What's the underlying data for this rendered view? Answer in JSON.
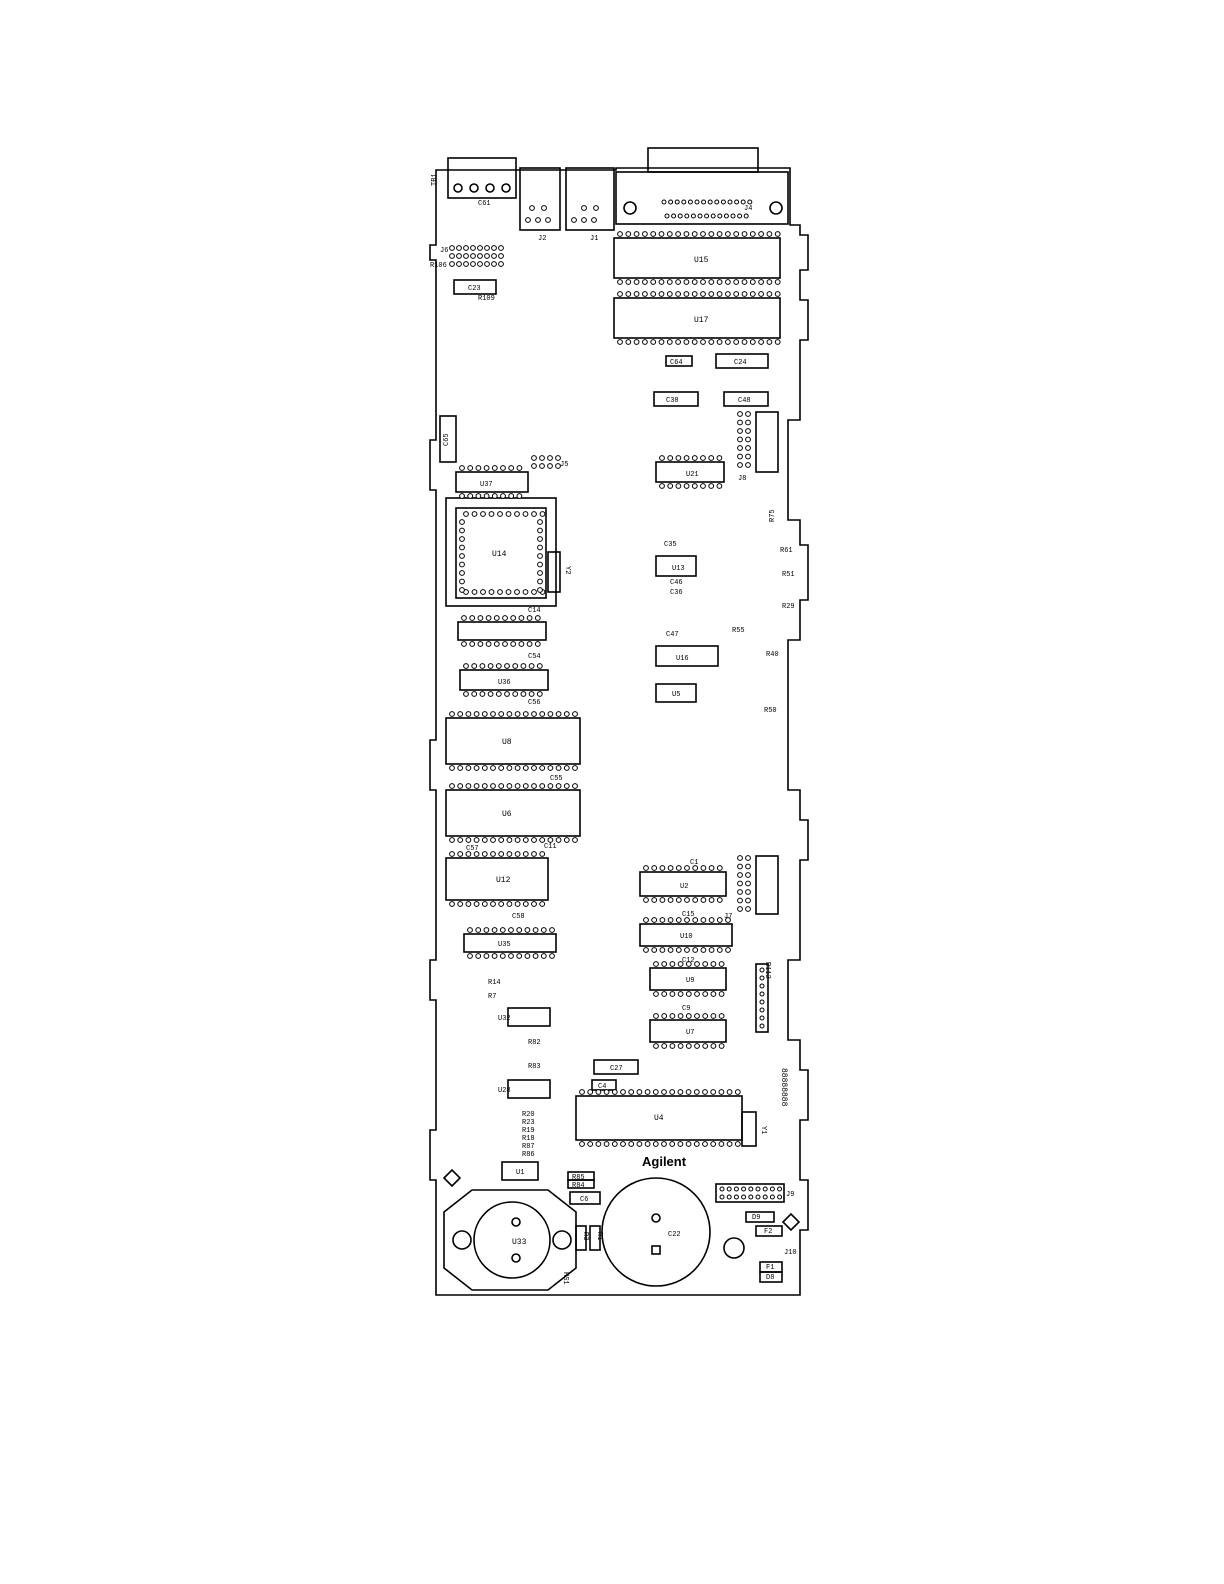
{
  "brand": "Agilent",
  "connectors": {
    "tb1": "TB1",
    "j4": "J4",
    "j2": "J2",
    "j1": "J1",
    "j5": "J5",
    "j6": "J6",
    "j7": "J7",
    "j8": "J8",
    "j9": "J9",
    "j10": "J10"
  },
  "ics": {
    "u15": "U15",
    "u17": "U17",
    "u14": "U14",
    "u8": "U8",
    "u6": "U6",
    "u12": "U12",
    "u4": "U4",
    "u33": "U33",
    "u1": "U1",
    "u2": "U2",
    "u7": "U7",
    "u9": "U9",
    "u10": "U10",
    "u28": "U28",
    "u32": "U32",
    "u35": "U35",
    "u36": "U36",
    "u37": "U37",
    "u16": "U16",
    "u13": "U13",
    "u5": "U5",
    "u21": "U21"
  },
  "capacitors": {
    "c61": "C61",
    "c23": "C23",
    "c24": "C24",
    "c64": "C64",
    "c38": "C38",
    "c48": "C48",
    "c14": "C14",
    "c54": "C54",
    "c56": "C56",
    "c55": "C55",
    "c57": "C57",
    "c11": "C11",
    "c58": "C58",
    "c1": "C1",
    "c15": "C15",
    "c12": "C12",
    "c9": "C9",
    "c27": "C27",
    "c4": "C4",
    "c6": "C6",
    "c22": "C22",
    "c47": "C47",
    "c46": "C46",
    "c36": "C36",
    "c35": "C35",
    "c65": "C65"
  },
  "resistors": {
    "r106": "R106",
    "r109": "R109",
    "r61": "R61",
    "r51": "R51",
    "r29": "R29",
    "r55": "R55",
    "r40": "R40",
    "r50": "R50",
    "r75": "R75",
    "r112": "R112",
    "r7": "R7",
    "r14": "R14",
    "r82": "R82",
    "r83": "R83",
    "r20": "R20",
    "r23": "R23",
    "r19": "R19",
    "r18": "R18",
    "r87": "R87",
    "r86": "R86",
    "r85": "R85",
    "r84": "R84",
    "r3": "R3",
    "r1": "R1"
  },
  "misc": {
    "y1": "Y1",
    "y2": "Y2",
    "d9": "D9",
    "d8": "D8",
    "f2": "F2",
    "f1": "F1",
    "hs1": "HS1",
    "led_array": "88888888"
  }
}
